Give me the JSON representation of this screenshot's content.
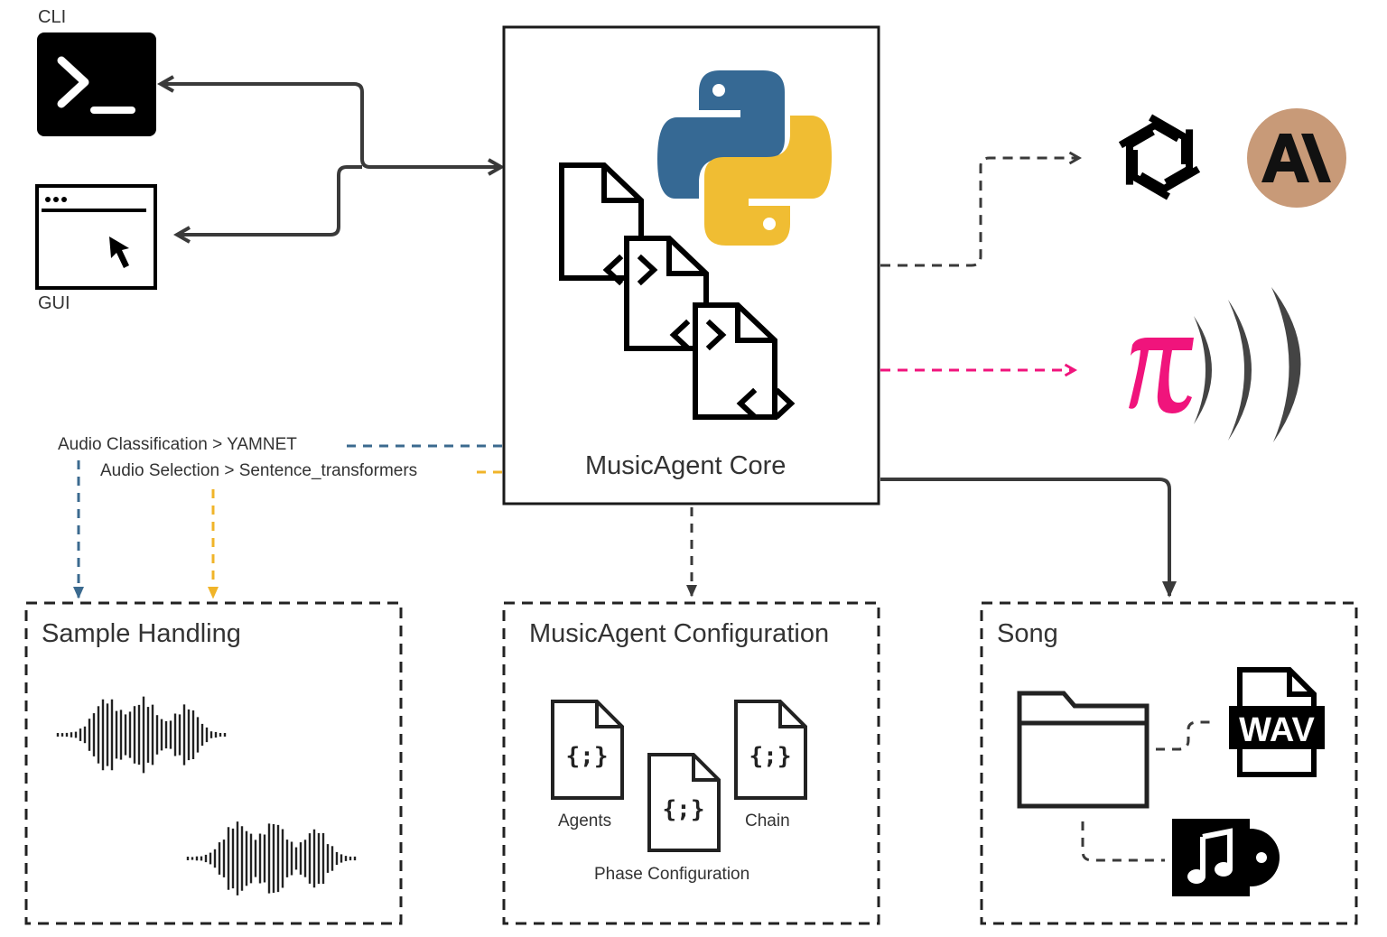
{
  "interfaces": {
    "cli_label": "CLI",
    "gui_label": "GUI"
  },
  "core": {
    "title": "MusicAgent Core"
  },
  "flows": {
    "audio_classification": "Audio Classification > YAMNET",
    "audio_selection": "Audio Selection > Sentence_transformers"
  },
  "sample_handling": {
    "title": "Sample Handling"
  },
  "configuration": {
    "title": "MusicAgent Configuration",
    "agents_label": "Agents",
    "chain_label": "Chain",
    "phase_label": "Phase Configuration",
    "file_glyph": "{;}"
  },
  "song": {
    "title": "Song",
    "wav_label": "WAV"
  },
  "providers": {
    "anthropic_logo_text": "A\\"
  },
  "colors": {
    "yamnet_line": "#3b6a8f",
    "selection_line": "#f0b429",
    "pi_magenta": "#f0147c",
    "python_blue": "#366994",
    "python_yellow": "#f0bd33",
    "anthropic_bg": "#c89a78",
    "line_dark": "#3a3a3a"
  },
  "icons": [
    "terminal-icon",
    "browser-window-icon",
    "python-logo-icon",
    "code-file-icon",
    "openai-logo-icon",
    "anthropic-logo-icon",
    "pi-logo-icon",
    "sound-waves-icon",
    "audio-waveform-icon",
    "json-file-icon",
    "folder-icon",
    "wav-file-icon",
    "music-album-icon"
  ]
}
